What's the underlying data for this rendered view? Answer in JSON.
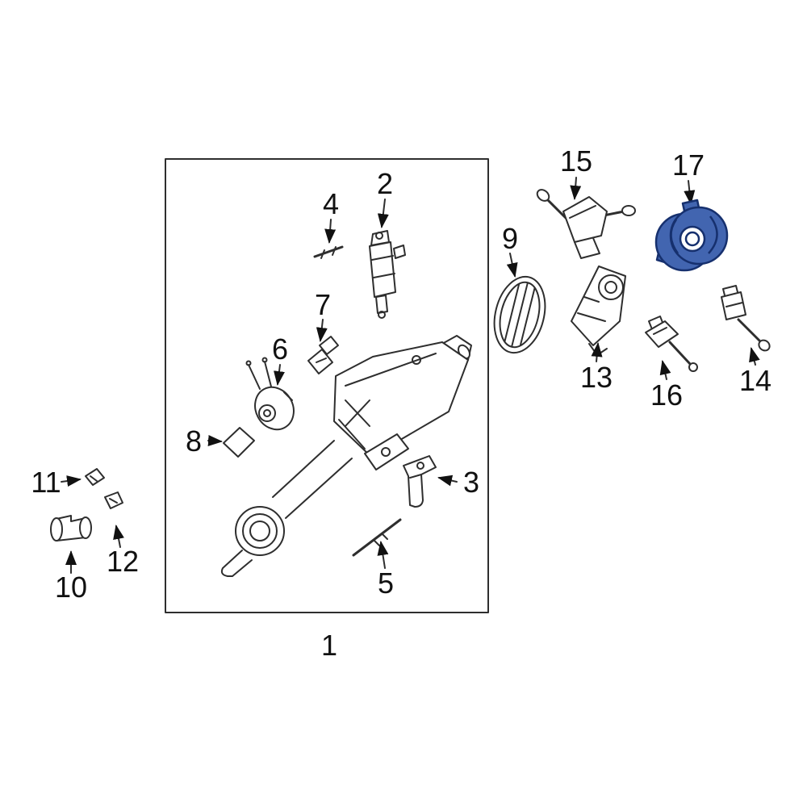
{
  "diagram": {
    "background": "#ffffff",
    "line_color": "#2e2e2e",
    "highlight_fill": "#4265b0",
    "highlight_stroke": "#16306e",
    "labels": {
      "p1": "1",
      "p2": "2",
      "p3": "3",
      "p4": "4",
      "p5": "5",
      "p6": "6",
      "p7": "7",
      "p8": "8",
      "p9": "9",
      "p10": "10",
      "p11": "11",
      "p12": "12",
      "p13": "13",
      "p14": "14",
      "p15": "15",
      "p16": "16",
      "p17": "17"
    }
  }
}
